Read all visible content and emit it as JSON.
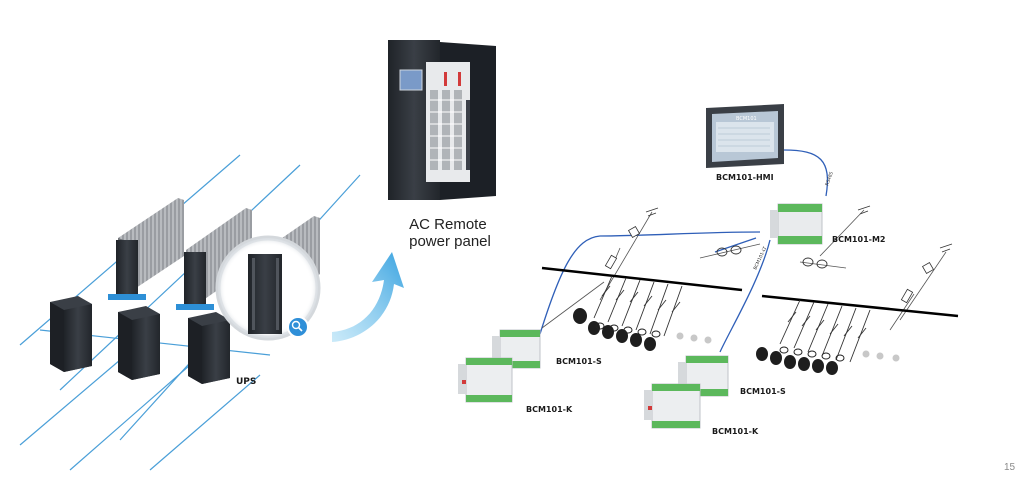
{
  "labels": {
    "panel_title_line1": "AC Remote",
    "panel_title_line2": "power panel",
    "ups": "UPS",
    "hmi": "BCM101-HMI",
    "m2": "BCM101-M2",
    "s_left": "BCM101-S",
    "k_left": "BCM101-K",
    "s_right": "BCM101-S",
    "k_right": "BCM101-K",
    "rs485": "RS485",
    "hmi_screen_brand": "BCM101",
    "link_tag": "BCM101-LT"
  },
  "page_number": "15",
  "colors": {
    "floor_lines": "#4a9fd8",
    "bus_link": "#2f5fb8",
    "busbar": "#000000",
    "arrow": "#5bb8e8",
    "cabinet": "#2a2e34",
    "module_green": "#5cb85c"
  },
  "icons": {
    "magnifier": "magnifier-icon",
    "arrow": "curved-arrow-icon",
    "sensor": "ct-sensor-icon"
  }
}
